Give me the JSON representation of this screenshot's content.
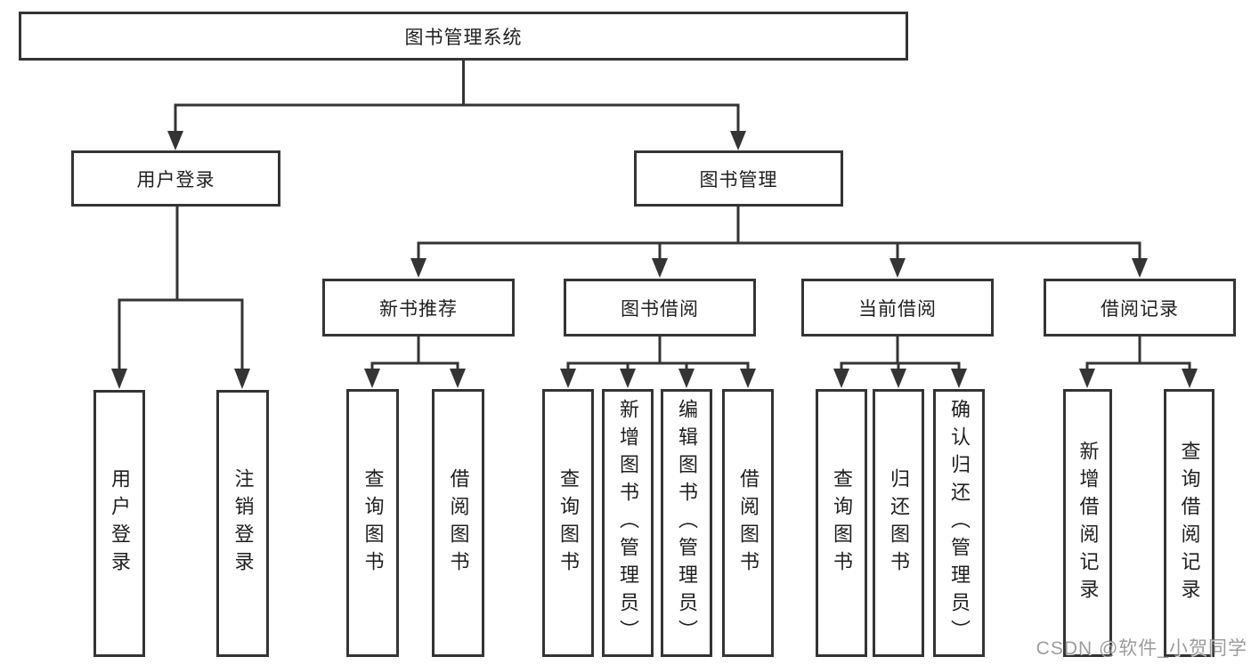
{
  "root_label": "图书管理系统",
  "branches": {
    "user_login": "用户登录",
    "book_management": "图书管理"
  },
  "sections": {
    "new_books": "新书推荐",
    "borrowing": "图书借阅",
    "current": "当前借阅",
    "records": "借阅记录"
  },
  "leaves": {
    "user_login": [
      "用户登录",
      "注销登录"
    ],
    "new_books": [
      "查询图书",
      "借阅图书"
    ],
    "borrowing": [
      "查询图书",
      "新增图书（管理员）",
      "编辑图书（管理员）",
      "借阅图书"
    ],
    "current": [
      "查询图书",
      "归还图书",
      "确认归还（管理员）"
    ],
    "records": [
      "新增借阅记录",
      "查询借阅记录"
    ]
  },
  "watermark": "CSDN @软件_小贺同学",
  "colors": {
    "line": "#343434",
    "box_border": "#343434",
    "text": "#1f1f1f",
    "watermark": "#808080",
    "background": "#ffffff"
  }
}
